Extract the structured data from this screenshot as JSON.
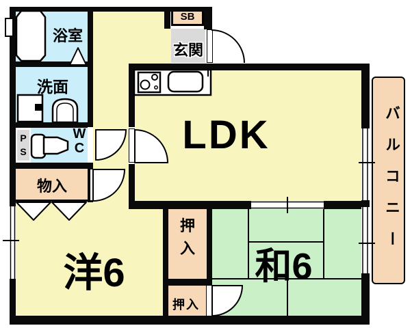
{
  "rooms": {
    "bath": {
      "label": "浴室"
    },
    "washroom": {
      "label": "洗面"
    },
    "wc": {
      "label": "WC",
      "lines": [
        "W",
        "C"
      ]
    },
    "ps": {
      "label": "PS",
      "lines": [
        "P",
        "S"
      ]
    },
    "storage": {
      "label": "物入"
    },
    "shoe_box": {
      "label": "SB"
    },
    "entrance": {
      "label": "玄関"
    },
    "ldk": {
      "label": "LDK"
    },
    "western_room": {
      "label": "洋6"
    },
    "japanese_room": {
      "label": "和6"
    },
    "closet_upper": {
      "label": "押入",
      "lines": [
        "押",
        "入"
      ]
    },
    "closet_lower": {
      "label": "押入"
    },
    "balcony": {
      "label": "バルコニー"
    }
  },
  "colors": {
    "wall": "#0a0a0a",
    "water": "#CBEEFB",
    "living": "#F8F5BE",
    "tatami": "#C9F0C7",
    "closet": "#F7D9B8",
    "entrance": "#DADADA",
    "balcony_fill": "#F6D8B6"
  }
}
